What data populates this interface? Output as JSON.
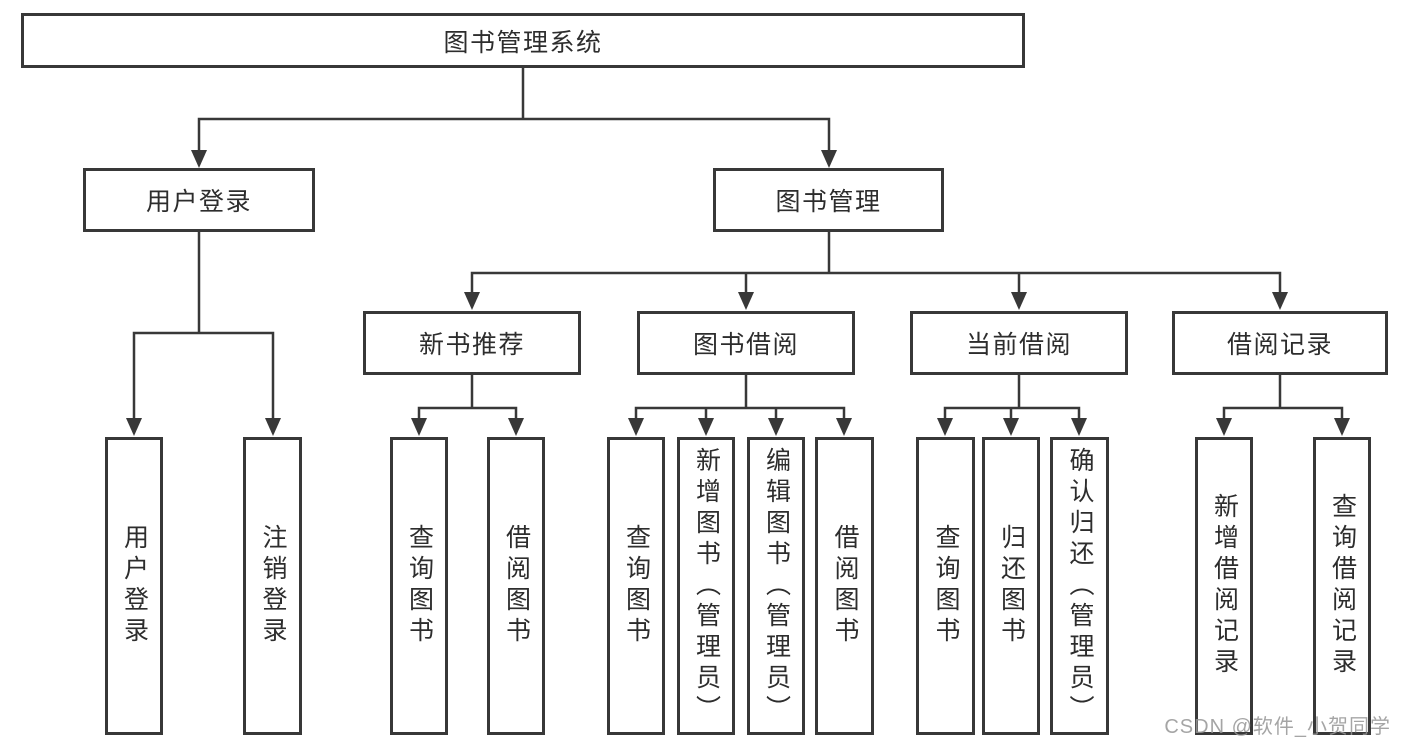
{
  "diagram": {
    "type": "tree",
    "root": {
      "label": "图书管理系统",
      "children": [
        {
          "label": "用户登录",
          "children": [
            {
              "label": "用户登录"
            },
            {
              "label": "注销登录"
            }
          ]
        },
        {
          "label": "图书管理",
          "children": [
            {
              "label": "新书推荐",
              "children": [
                {
                  "label": "查询图书"
                },
                {
                  "label": "借阅图书"
                }
              ]
            },
            {
              "label": "图书借阅",
              "children": [
                {
                  "label": "查询图书"
                },
                {
                  "label": "新增图书（管理员）"
                },
                {
                  "label": "编辑图书（管理员）"
                },
                {
                  "label": "借阅图书"
                }
              ]
            },
            {
              "label": "当前借阅",
              "children": [
                {
                  "label": "查询图书"
                },
                {
                  "label": "归还图书"
                },
                {
                  "label": "确认归还（管理员）"
                }
              ]
            },
            {
              "label": "借阅记录",
              "children": [
                {
                  "label": "新增借阅记录"
                },
                {
                  "label": "查询借阅记录"
                }
              ]
            }
          ]
        }
      ]
    }
  },
  "watermark": {
    "text": "CSDN @软件_小贺同学",
    "color": "#969696"
  },
  "colors": {
    "line": "#383838",
    "box_border": "#383838",
    "box_background": "#ffffff",
    "text": "#2d2d2d",
    "page_background": "#ffffff"
  }
}
